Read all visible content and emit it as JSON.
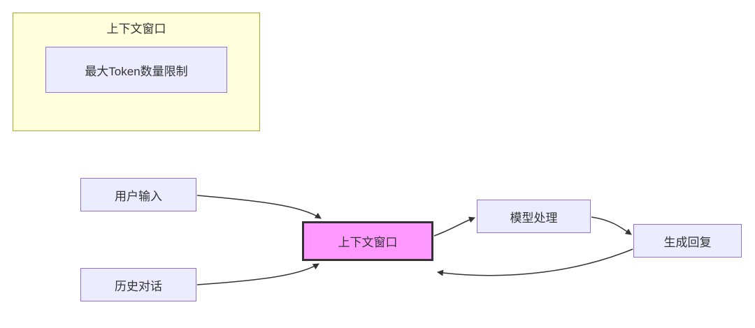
{
  "diagram": {
    "subgraph": {
      "title": "上下文窗口",
      "node_label": "最大Token数量限制"
    },
    "nodes": {
      "user_input": "用户输入",
      "history_dialog": "历史对话",
      "context_window": "上下文窗口",
      "model_process": "模型处理",
      "generate_reply": "生成回复"
    },
    "colors": {
      "subgraph_fill": "#ffffde",
      "subgraph_border": "#aaaa33",
      "node_fill": "#ECECFF",
      "node_border": "#9370DB",
      "highlight_fill": "#ff99ff",
      "highlight_border": "#333333",
      "edge_stroke": "#333333",
      "text": "#333333"
    }
  }
}
